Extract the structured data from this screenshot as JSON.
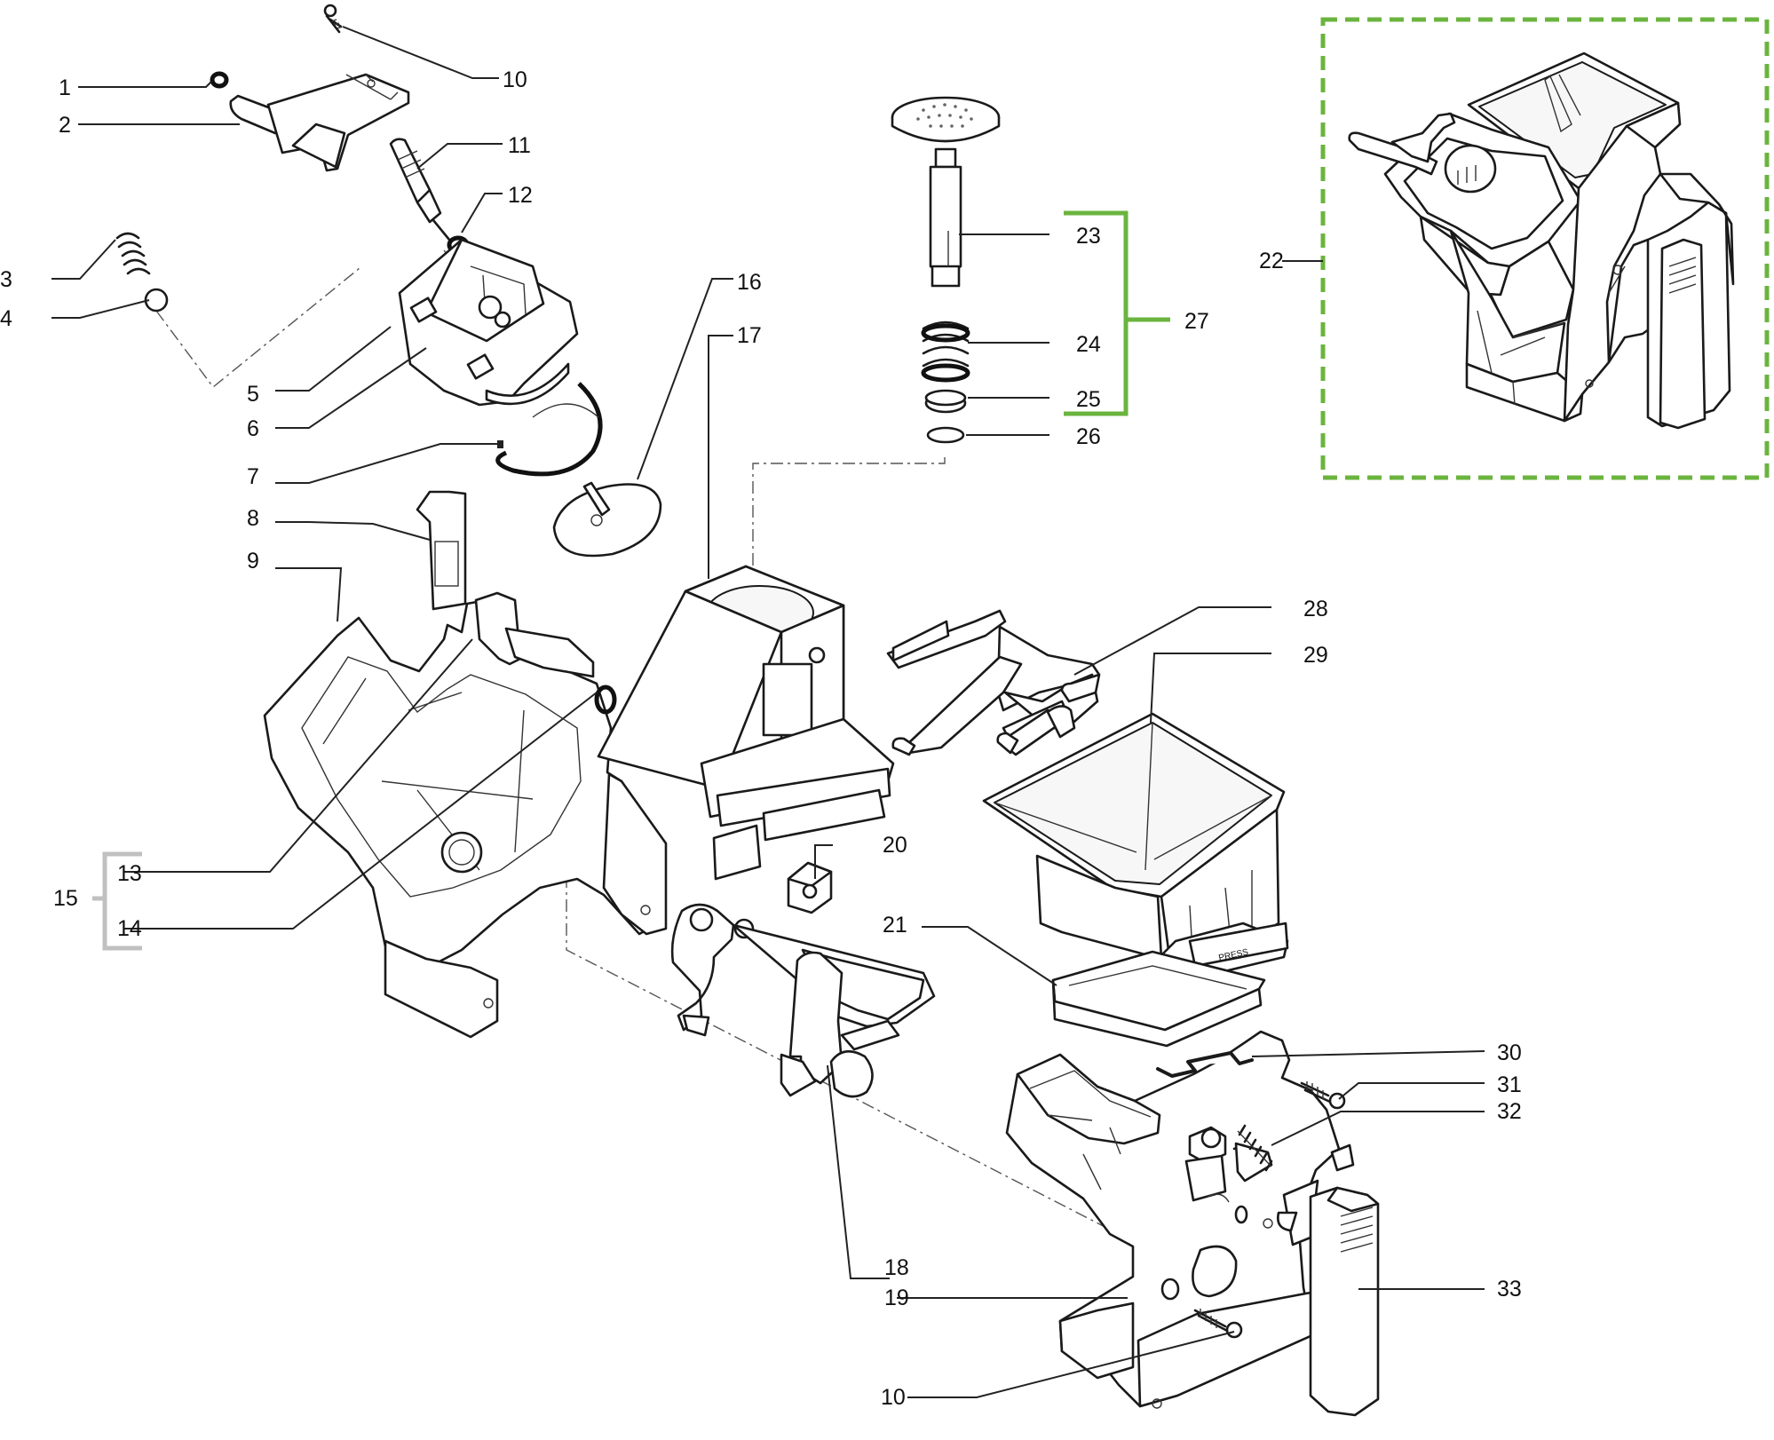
{
  "accent_colors": {
    "kit_bracket": "#6bb43f",
    "assembly_frame": "#6bb43f",
    "group_bracket": "#c0c0c0"
  },
  "callouts": [
    {
      "id": "c1",
      "text": "1"
    },
    {
      "id": "c2",
      "text": "2"
    },
    {
      "id": "c3",
      "text": "3"
    },
    {
      "id": "c4",
      "text": "4"
    },
    {
      "id": "c5",
      "text": "5"
    },
    {
      "id": "c6",
      "text": "6"
    },
    {
      "id": "c7",
      "text": "7"
    },
    {
      "id": "c8",
      "text": "8"
    },
    {
      "id": "c9",
      "text": "9"
    },
    {
      "id": "c10a",
      "text": "10"
    },
    {
      "id": "c11",
      "text": "11"
    },
    {
      "id": "c12",
      "text": "12"
    },
    {
      "id": "c13",
      "text": "13"
    },
    {
      "id": "c14",
      "text": "14"
    },
    {
      "id": "c15",
      "text": "15"
    },
    {
      "id": "c16",
      "text": "16"
    },
    {
      "id": "c17",
      "text": "17"
    },
    {
      "id": "c18",
      "text": "18"
    },
    {
      "id": "c19",
      "text": "19"
    },
    {
      "id": "c20",
      "text": "20"
    },
    {
      "id": "c21",
      "text": "21"
    },
    {
      "id": "c22",
      "text": "22"
    },
    {
      "id": "c23",
      "text": "23"
    },
    {
      "id": "c24",
      "text": "24"
    },
    {
      "id": "c25",
      "text": "25"
    },
    {
      "id": "c26",
      "text": "26"
    },
    {
      "id": "c27",
      "text": "27"
    },
    {
      "id": "c28",
      "text": "28"
    },
    {
      "id": "c29",
      "text": "29"
    },
    {
      "id": "c30",
      "text": "30"
    },
    {
      "id": "c31",
      "text": "31"
    },
    {
      "id": "c32",
      "text": "32"
    },
    {
      "id": "c33",
      "text": "33"
    },
    {
      "id": "c10b",
      "text": "10"
    }
  ],
  "button_label": "PRESS"
}
